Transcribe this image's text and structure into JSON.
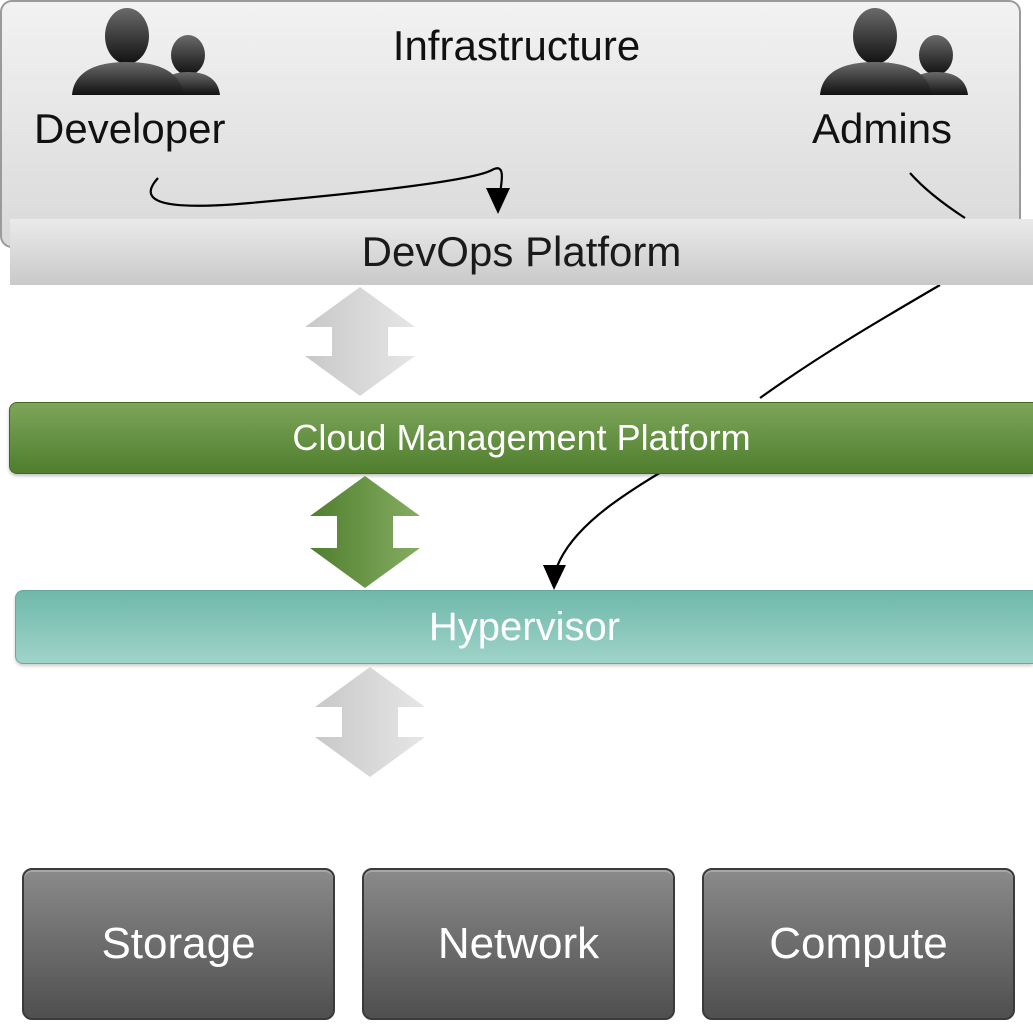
{
  "actors": {
    "developer": {
      "label": "Developer"
    },
    "admins": {
      "label": "Admins"
    }
  },
  "layers": {
    "devops": "DevOps Platform",
    "cloud_management": "Cloud Management Platform",
    "hypervisor": "Hypervisor",
    "infrastructure": {
      "title": "Infrastructure",
      "components": [
        "Storage",
        "Network",
        "Compute"
      ]
    }
  },
  "colors": {
    "devops_bar": "#d4d4d4",
    "cloud_management_bar": "#5e8c3a",
    "hypervisor_bar": "#86c5ba",
    "component_box": "#666666",
    "arrow_gray": "#d6d6d6",
    "arrow_green": "#5e8c3a"
  },
  "icons": {
    "developer": "user-group-icon",
    "admins": "user-group-icon",
    "connector": "double-arrow-icon"
  }
}
